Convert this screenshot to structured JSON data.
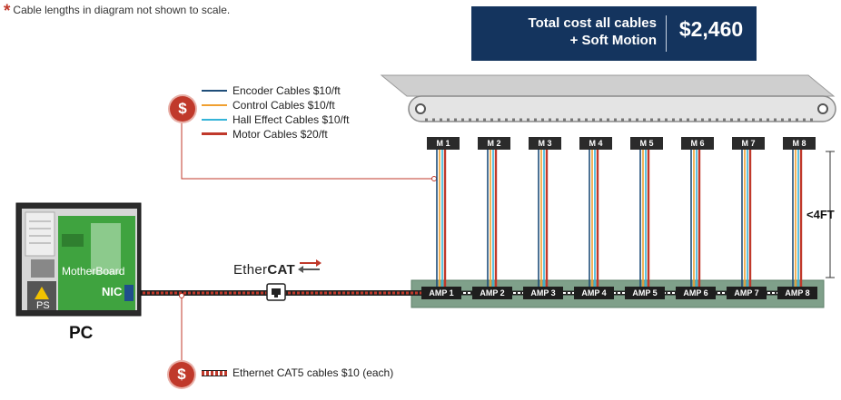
{
  "note": {
    "marker": "*",
    "text": "Cable lengths in diagram not shown to scale."
  },
  "cost": {
    "label_line1": "Total cost all cables",
    "label_line2": "+ Soft Motion",
    "value": "$2,460"
  },
  "legend": [
    {
      "label": "Encoder Cables $10/ft",
      "color": "#1f4e79"
    },
    {
      "label": "Control Cables $10/ft",
      "color": "#f0a030"
    },
    {
      "label": "Hall Effect Cables $10/ft",
      "color": "#35b4d8"
    },
    {
      "label": "Motor Cables $20/ft",
      "color": "#c0392b"
    }
  ],
  "ethernet_legend": {
    "label": "Ethernet CAT5 cables $10 (each)"
  },
  "dollar_symbol": "$",
  "pc": {
    "label": "PC",
    "motherboard": "MotherBoard",
    "nic": "NIC",
    "ps": "PS"
  },
  "ethercat": {
    "text_regular": "Ether",
    "text_bold": "CAT"
  },
  "height_label": "<4FT",
  "motors": [
    "M 1",
    "M 2",
    "M 3",
    "M 4",
    "M 5",
    "M 6",
    "M 7",
    "M 8"
  ],
  "amps": [
    "AMP 1",
    "AMP 2",
    "AMP 3",
    "AMP 4",
    "AMP 5",
    "AMP 6",
    "AMP 7",
    "AMP 8"
  ],
  "colors": {
    "navy": "#14345e",
    "red": "#c0392b",
    "green_panel": "#7fa08a",
    "board_green": "#3fa33f"
  }
}
